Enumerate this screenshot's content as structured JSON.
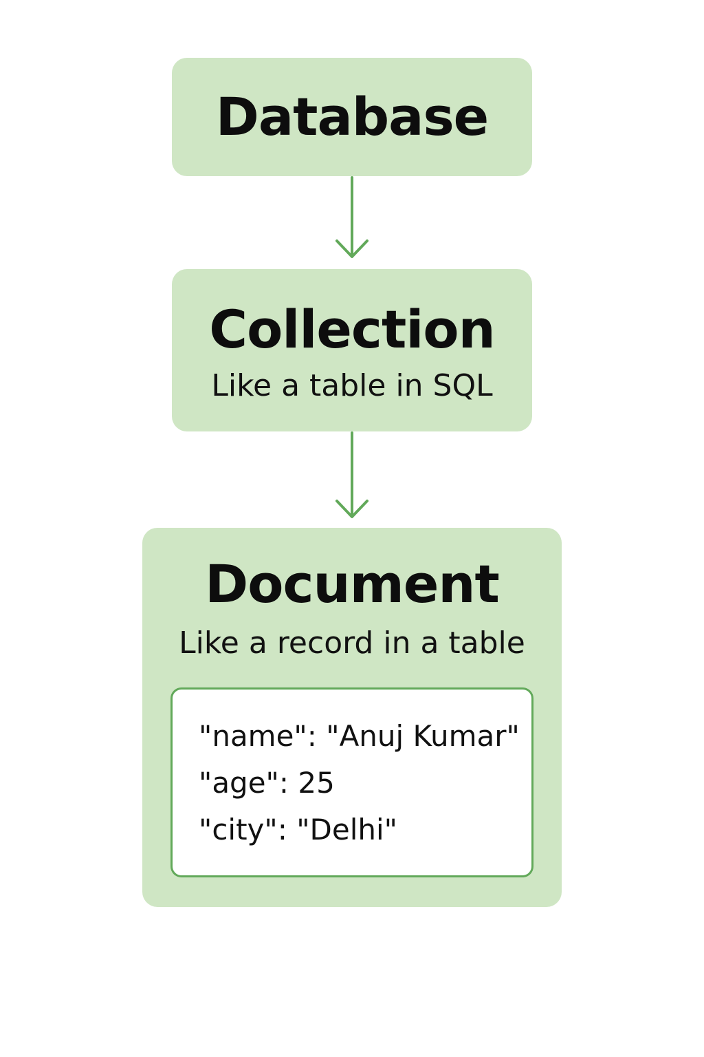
{
  "colors": {
    "node_fill": "#cfe6c4",
    "arrow": "#62a95a",
    "card_border": "#62a95a",
    "card_fill": "#ffffff",
    "text": "#111111"
  },
  "nodes": {
    "database": {
      "title": "Database"
    },
    "collection": {
      "title": "Collection",
      "subtitle": "Like a table in SQL"
    },
    "document": {
      "title": "Document",
      "subtitle": "Like a record in a table",
      "record": {
        "line1": "\"name\": \"Anuj Kumar\"",
        "line2": "\"age\": 25",
        "line3": "\"city\": \"Delhi\""
      }
    }
  },
  "edges": [
    {
      "from": "Database",
      "to": "Collection"
    },
    {
      "from": "Collection",
      "to": "Document"
    }
  ]
}
